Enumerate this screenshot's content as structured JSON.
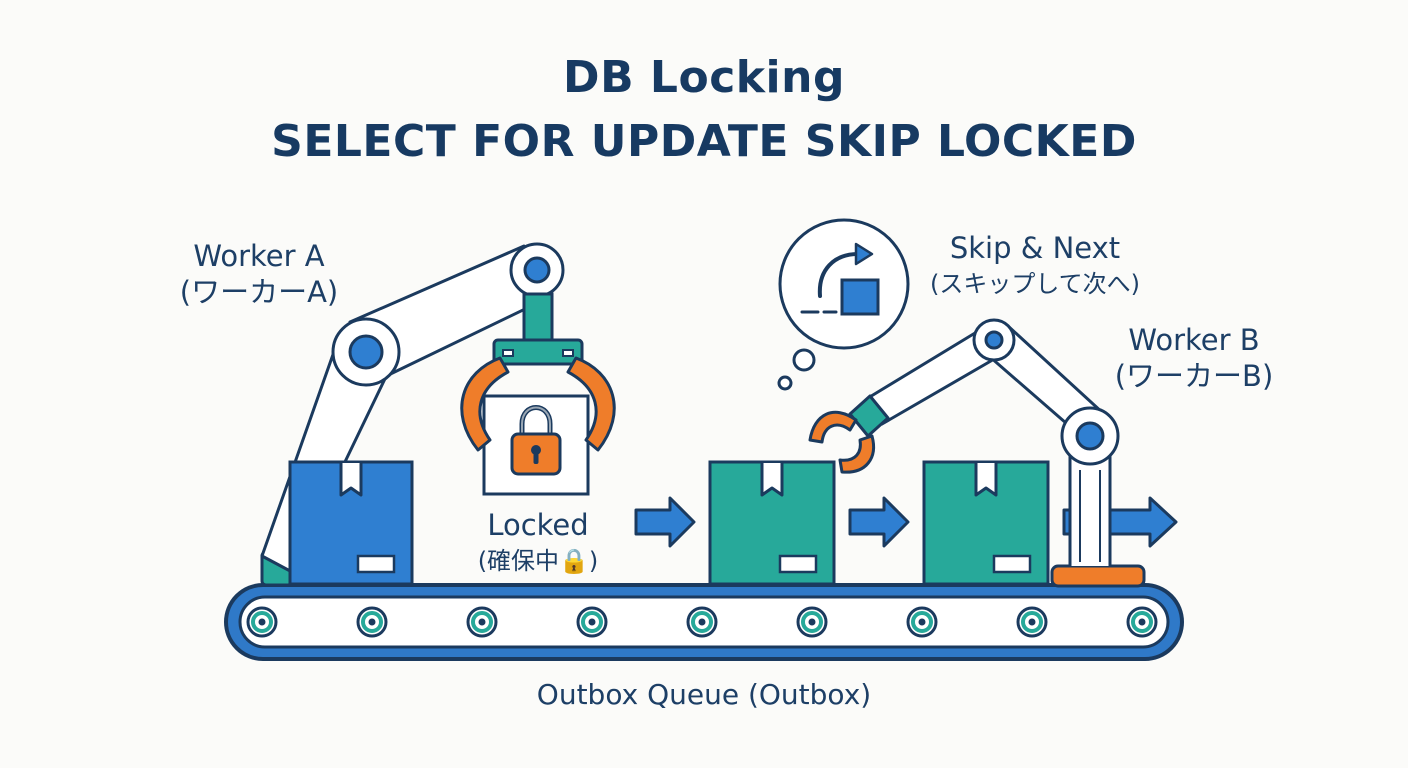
{
  "title": {
    "line1": "DB Locking",
    "line2": "SELECT FOR UPDATE SKIP LOCKED"
  },
  "worker_a": {
    "name": "Worker A",
    "name_ja": "(ワーカーA)"
  },
  "worker_b": {
    "name": "Worker B",
    "name_ja": "(ワーカーB)"
  },
  "skip": {
    "text": "Skip & Next",
    "text_ja": "(スキップして次へ)"
  },
  "locked": {
    "text": "Locked",
    "text_ja": "(確保中🔒)"
  },
  "queue": {
    "label": "Outbox Queue (Outbox)"
  },
  "icons": {
    "lock": "padlock-icon",
    "skip": "skip-arrow-icon",
    "arrow": "right-arrow-icon"
  },
  "colors": {
    "navy": "#1b3a5e",
    "blue": "#2f7fd1",
    "teal": "#27a99a",
    "orange": "#ef7d2a",
    "belt": "#2f79c8"
  }
}
